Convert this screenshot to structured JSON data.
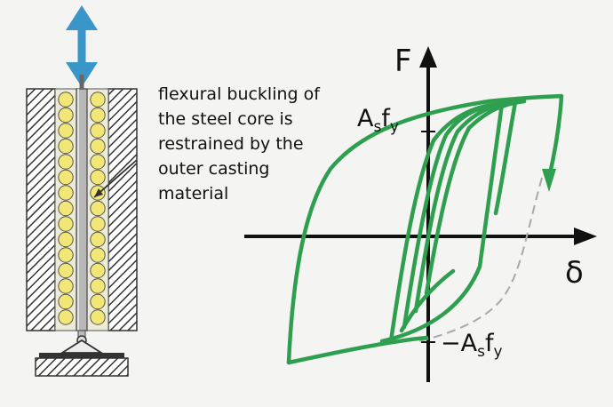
{
  "annotation": {
    "lines": [
      "flexural buckling of",
      "the steel core is",
      "restrained by the",
      "outer casting",
      "material"
    ]
  },
  "axes": {
    "y_label": "F",
    "x_label": "δ",
    "top_mark": {
      "main_a": "A",
      "sub": "s",
      "main_f": "f",
      "sub2": "y"
    },
    "bottom_mark": {
      "prefix": "−A",
      "sub": "s",
      "main_f": "f",
      "sub2": "y"
    }
  },
  "colors": {
    "loop": "#2e9e4f",
    "dashed": "#a8a8a8",
    "arrow": "#3a96c8",
    "axis": "#111111",
    "hatch": "#333333",
    "balls": "#f2e676",
    "core": "#b8b8b8"
  }
}
